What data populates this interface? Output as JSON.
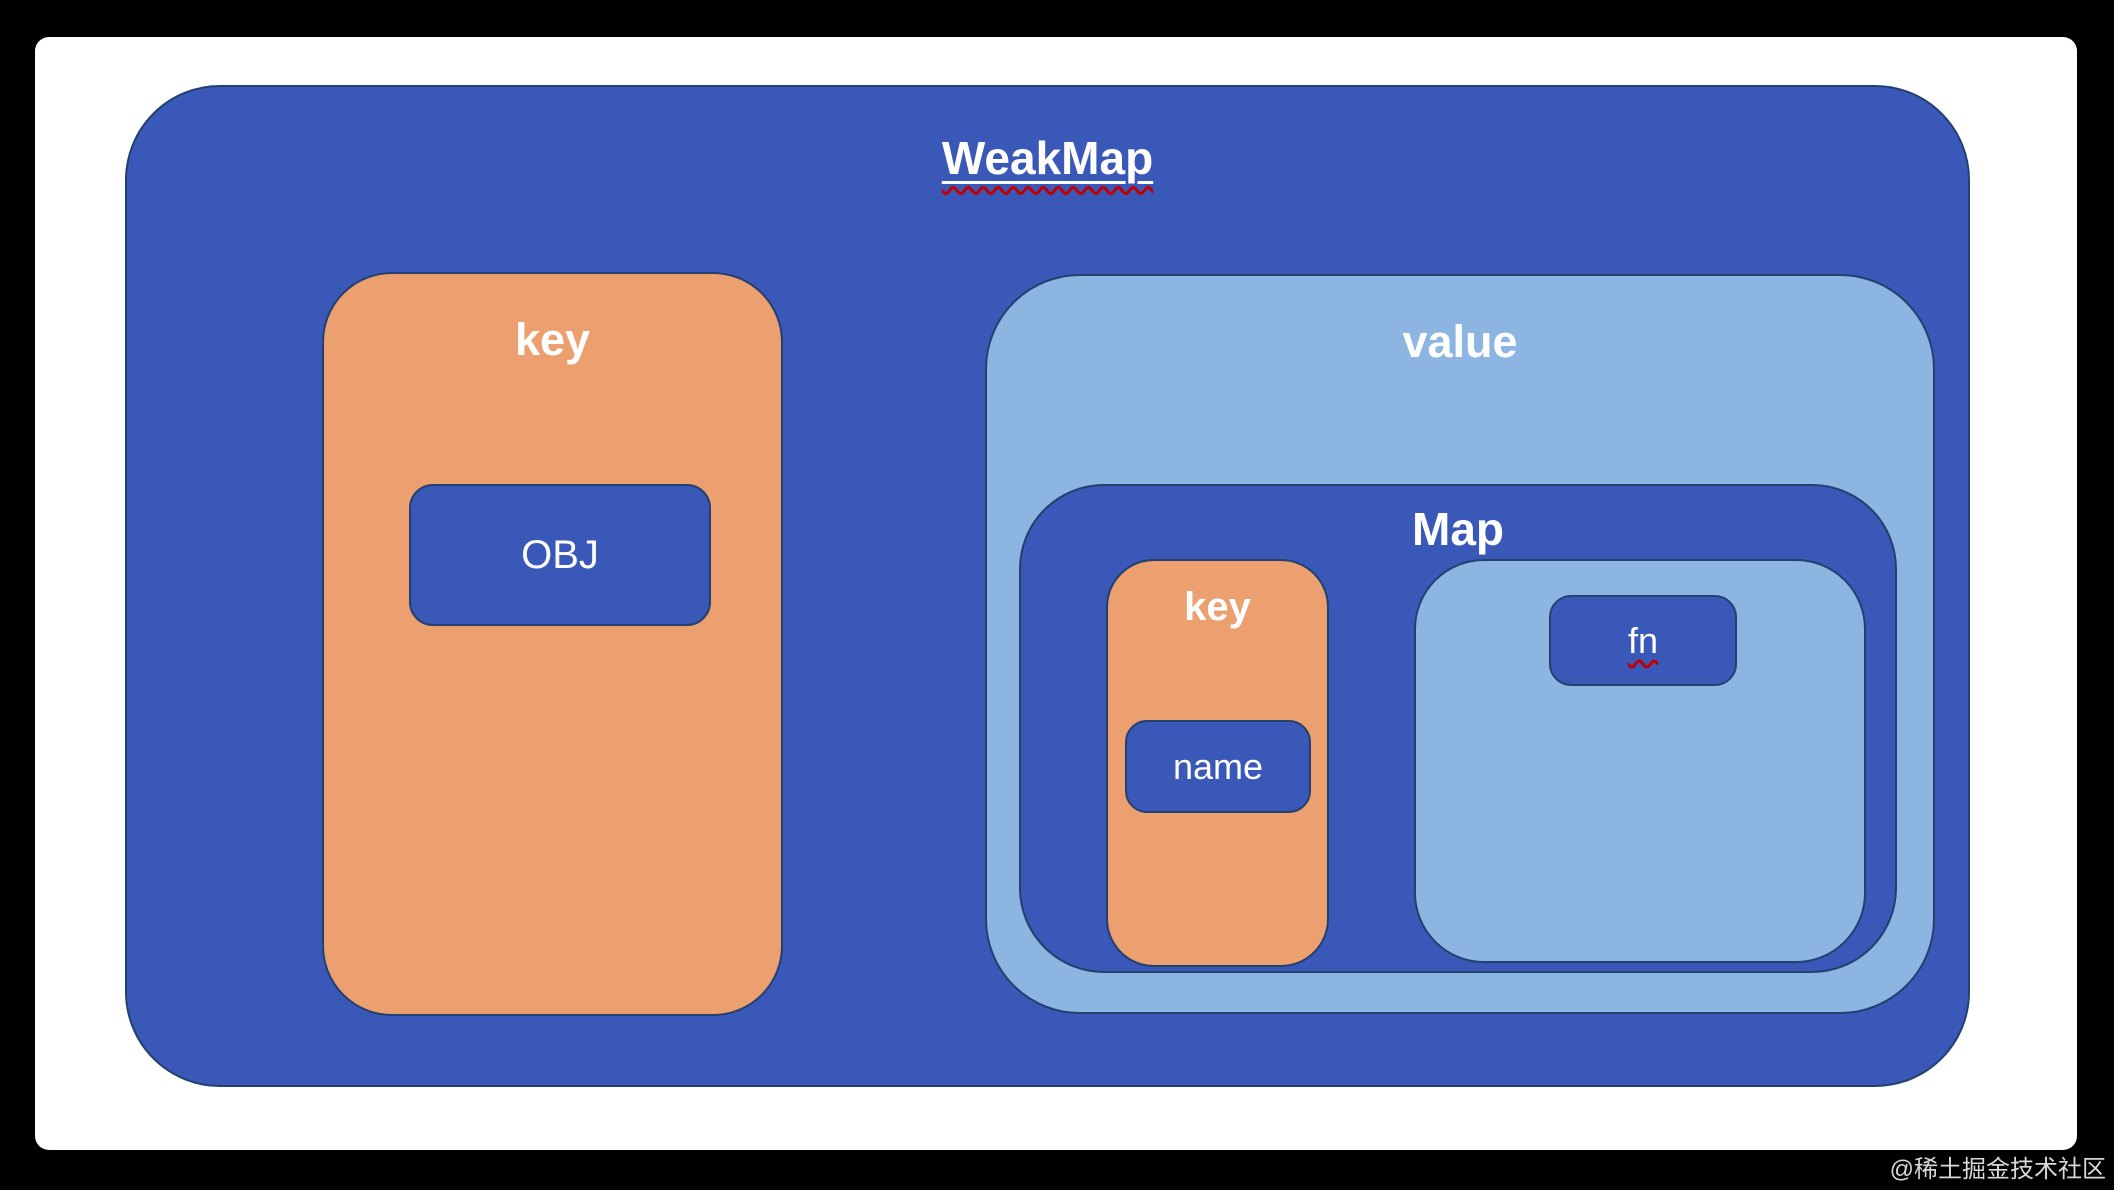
{
  "colors": {
    "background": "#000000",
    "canvas": "#ffffff",
    "dark_blue": "#3a58b8",
    "light_blue": "#8db5e2",
    "orange": "#eca06f",
    "outline": "#23406f",
    "squiggle_red": "#c00000",
    "watermark_text": "#d8d8d8"
  },
  "diagram": {
    "title": "WeakMap",
    "outer_key": {
      "label": "key",
      "obj": "OBJ"
    },
    "value": {
      "label": "value",
      "map": {
        "label": "Map",
        "inner_key": {
          "label": "key",
          "name": "name"
        },
        "fn": "fn"
      }
    }
  },
  "watermark": "@稀土掘金技术社区"
}
